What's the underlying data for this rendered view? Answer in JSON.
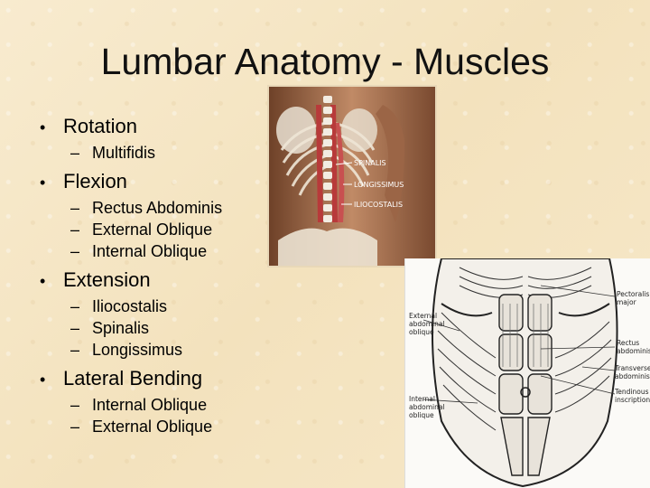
{
  "slide": {
    "title": "Lumbar Anatomy - Muscles",
    "bullet_glyph": "•",
    "dash_glyph": "–",
    "sections": [
      {
        "label": "Rotation",
        "items": [
          "Multifidis"
        ]
      },
      {
        "label": "Flexion",
        "items": [
          "Rectus Abdominis",
          "External Oblique",
          "Internal Oblique"
        ]
      },
      {
        "label": "Extension",
        "items": [
          "Iliocostalis",
          "Spinalis",
          "Longissimus"
        ]
      },
      {
        "label": "Lateral Bending",
        "items": [
          "Internal Oblique",
          "External Oblique"
        ]
      }
    ]
  },
  "back_image": {
    "labels": {
      "spinalis": "SPINALIS",
      "longissimus": "LONGISSIMUS",
      "iliocostalis": "ILIOCOSTALIS"
    }
  },
  "abdomen_image": {
    "labels": {
      "pectoralis_l1": "Pectoralis",
      "pectoralis_l2": "major",
      "external_l1": "External",
      "external_l2": "abdominal",
      "external_l3": "oblique",
      "rectus_l1": "Rectus",
      "rectus_l2": "abdominis",
      "transverse_l1": "Transverse",
      "transverse_l2": "abdominis",
      "tendinous_l1": "Tendinous",
      "tendinous_l2": "inscriptions",
      "internal_l1": "Internal",
      "internal_l2": "abdominal",
      "internal_l3": "oblique"
    }
  }
}
